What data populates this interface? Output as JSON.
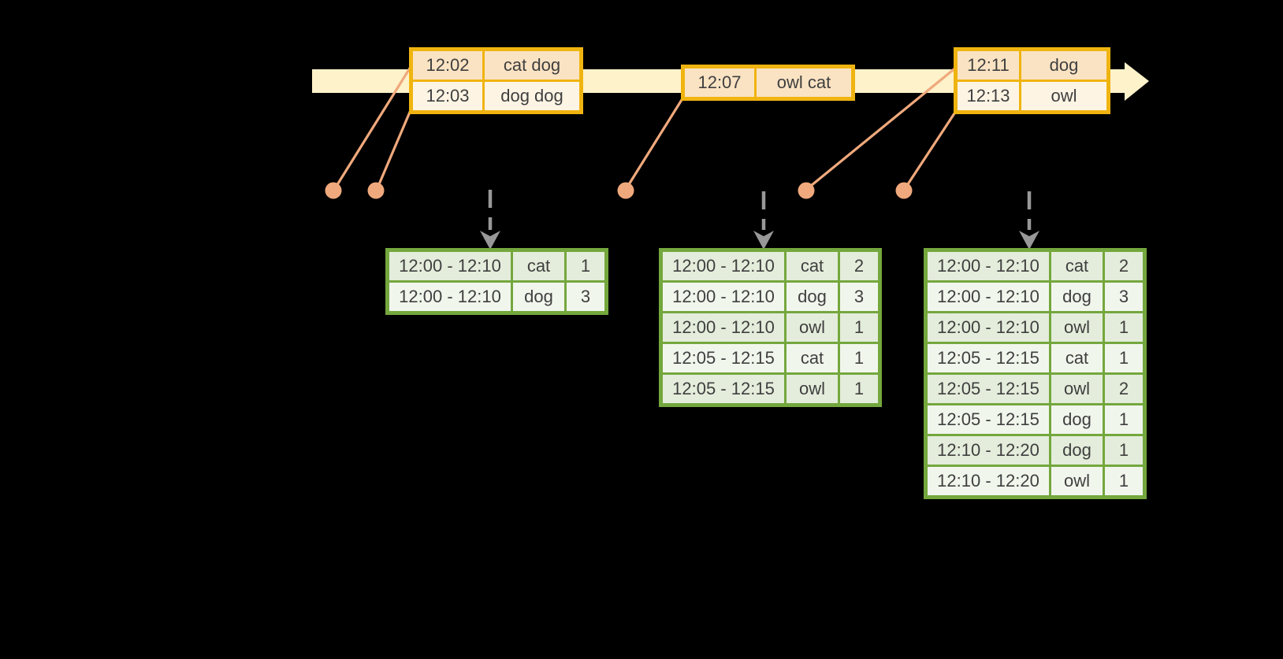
{
  "colors": {
    "background": "#000000",
    "timeline_fill": "#fdf2ca",
    "event_table_border": "#f0b410",
    "event_row_peach": "#fae3c3",
    "event_row_cream": "#fdf4e4",
    "connector_salmon": "#f0a97c",
    "trigger_arrow_gray": "#989898",
    "result_table_border": "#74a73d",
    "result_row_dark": "#e4eddb",
    "result_row_light": "#f1f6ed",
    "text": "#3f3f3f"
  },
  "icons": {
    "timeline_arrowhead": "right-arrow",
    "trigger_arrow": "dashed-down-arrow",
    "event_marker": "filled-dot"
  },
  "timeline": {
    "event_tables": [
      {
        "rows": [
          [
            "12:02",
            "cat dog"
          ],
          [
            "12:03",
            "dog dog"
          ]
        ]
      },
      {
        "rows": [
          [
            "12:07",
            "owl cat"
          ]
        ]
      },
      {
        "rows": [
          [
            "12:11",
            "dog"
          ],
          [
            "12:13",
            "owl"
          ]
        ]
      }
    ]
  },
  "result_tables": [
    {
      "rows": [
        [
          "12:00 - 12:10",
          "cat",
          "1"
        ],
        [
          "12:00 - 12:10",
          "dog",
          "3"
        ]
      ]
    },
    {
      "rows": [
        [
          "12:00 - 12:10",
          "cat",
          "2"
        ],
        [
          "12:00 - 12:10",
          "dog",
          "3"
        ],
        [
          "12:00 - 12:10",
          "owl",
          "1"
        ],
        [
          "12:05 - 12:15",
          "cat",
          "1"
        ],
        [
          "12:05 - 12:15",
          "owl",
          "1"
        ]
      ]
    },
    {
      "rows": [
        [
          "12:00 - 12:10",
          "cat",
          "2"
        ],
        [
          "12:00 - 12:10",
          "dog",
          "3"
        ],
        [
          "12:00 - 12:10",
          "owl",
          "1"
        ],
        [
          "12:05 - 12:15",
          "cat",
          "1"
        ],
        [
          "12:05 - 12:15",
          "owl",
          "2"
        ],
        [
          "12:05 - 12:15",
          "dog",
          "1"
        ],
        [
          "12:10 - 12:20",
          "dog",
          "1"
        ],
        [
          "12:10 - 12:20",
          "owl",
          "1"
        ]
      ]
    }
  ]
}
